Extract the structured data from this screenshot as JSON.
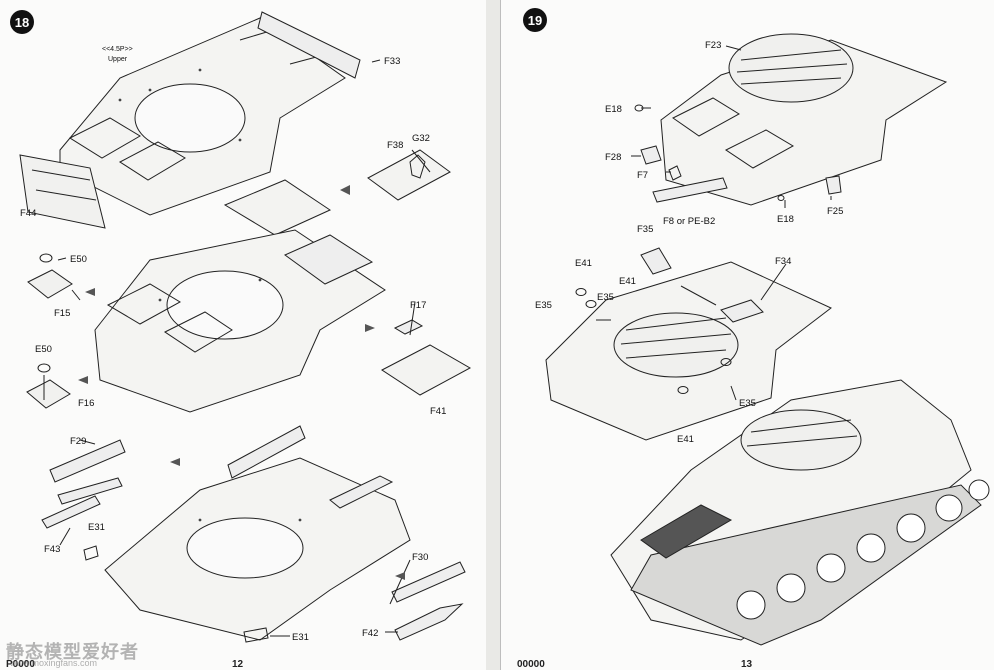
{
  "left_page": {
    "step": "18",
    "upper_note": "<<4.5P>>",
    "upper_label": "Upper",
    "labels": {
      "F33": "F33",
      "F38": "F38",
      "G32": "G32",
      "F44": "F44",
      "E50a": "E50",
      "F15": "F15",
      "F17": "F17",
      "E50b": "E50",
      "F16": "F16",
      "F41": "F41",
      "F29": "F29",
      "F43": "F43",
      "E31a": "E31",
      "F30": "F30",
      "F42": "F42",
      "E31b": "E31"
    },
    "footer_left": "P0000",
    "footer_num": "12"
  },
  "right_page": {
    "step": "19",
    "labels": {
      "F23": "F23",
      "E18a": "E18",
      "F28": "F28",
      "F7": "F7",
      "F8": "F8 or PE-B2",
      "E18b": "E18",
      "F25": "F25",
      "F35": "F35",
      "E41a": "E41",
      "F34": "F34",
      "E41b": "E41",
      "E35a": "E35",
      "E35b": "E35",
      "E35c": "E35",
      "E41c": "E41"
    },
    "footer_left": "00000",
    "footer_num": "13"
  },
  "watermark": {
    "site_cn": "静态模型爱好者",
    "url": "www.moxingfans.com"
  }
}
